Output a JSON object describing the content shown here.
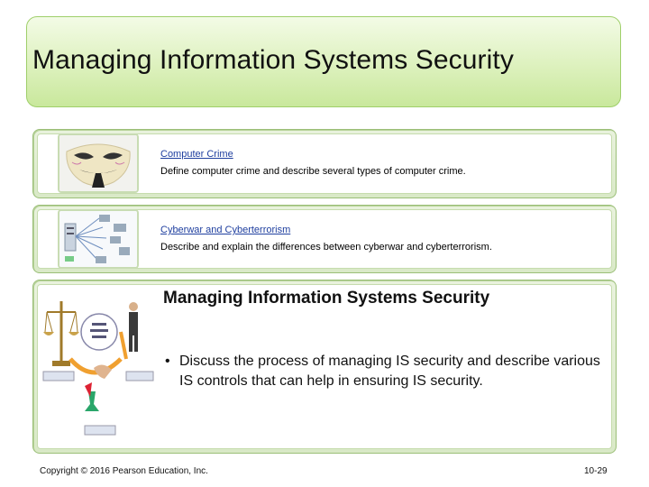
{
  "slide": {
    "title": "Managing Information Systems Security"
  },
  "sections": [
    {
      "title": "Computer Crime",
      "description": "Define computer crime and describe several types of computer crime.",
      "thumbnail_icon": "mask-icon"
    },
    {
      "title": "Cyberwar and Cyberterrorism",
      "description": "Describe and explain the differences between cyberwar and cyberterrorism.",
      "thumbnail_icon": "network-icon"
    }
  ],
  "active_section": {
    "title": "Managing Information Systems Security",
    "bullet": "Discuss the process of managing IS security and describe various IS controls that can help in ensuring IS security.",
    "diagram_icon": "security-process-diagram-icon"
  },
  "footer": {
    "copyright": "Copyright © 2016 Pearson Education, Inc.",
    "page_number": "10-29"
  },
  "colors": {
    "title_bar_top": "#f3fbe6",
    "title_bar_bottom": "#c9e89c",
    "link_blue": "#1f3f9f",
    "card_border": "#9bbf78"
  }
}
